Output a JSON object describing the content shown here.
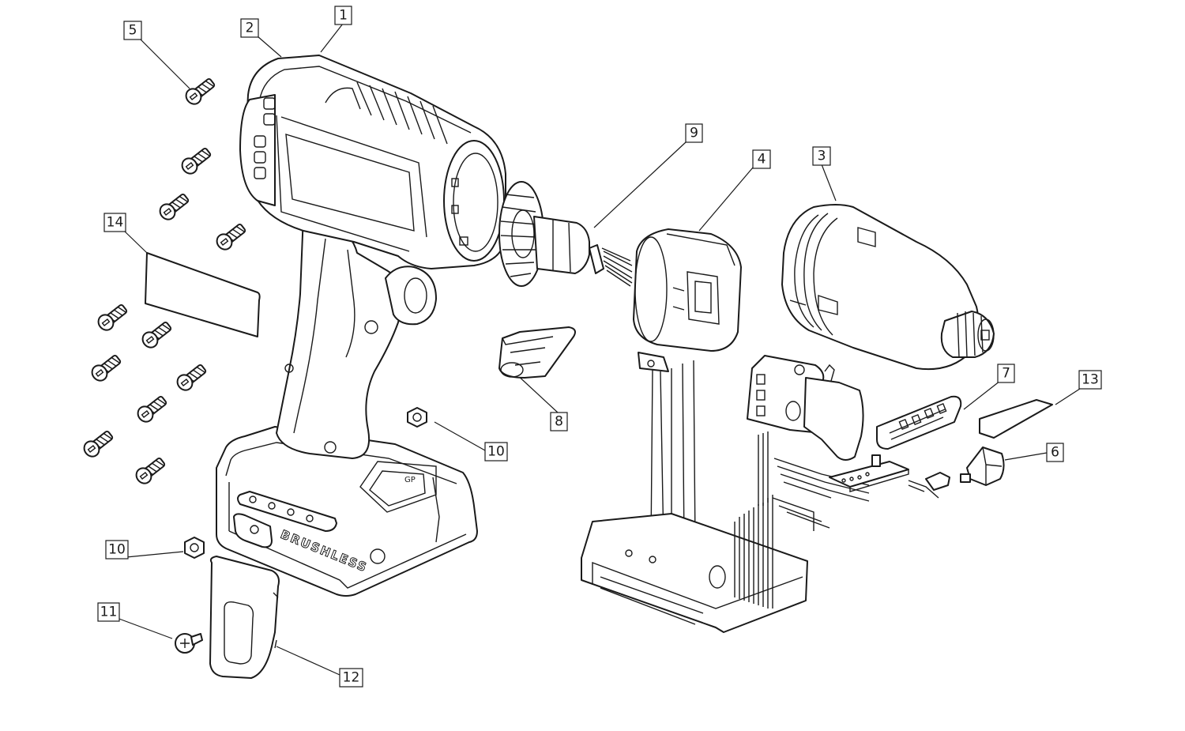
{
  "embossed_text": "BRUSHLESS",
  "housing_mark": "GP",
  "callouts": [
    {
      "id": "callout-1",
      "label": "1"
    },
    {
      "id": "callout-2",
      "label": "2"
    },
    {
      "id": "callout-3",
      "label": "3"
    },
    {
      "id": "callout-4",
      "label": "4"
    },
    {
      "id": "callout-5",
      "label": "5"
    },
    {
      "id": "callout-6",
      "label": "6"
    },
    {
      "id": "callout-7",
      "label": "7"
    },
    {
      "id": "callout-8",
      "label": "8"
    },
    {
      "id": "callout-9",
      "label": "9"
    },
    {
      "id": "callout-10a",
      "label": "10"
    },
    {
      "id": "callout-10b",
      "label": "10"
    },
    {
      "id": "callout-11",
      "label": "11"
    },
    {
      "id": "callout-12",
      "label": "12"
    },
    {
      "id": "callout-13",
      "label": "13"
    },
    {
      "id": "callout-14",
      "label": "14"
    }
  ],
  "colors": {
    "line": "#1a1a1a",
    "background": "#ffffff"
  }
}
